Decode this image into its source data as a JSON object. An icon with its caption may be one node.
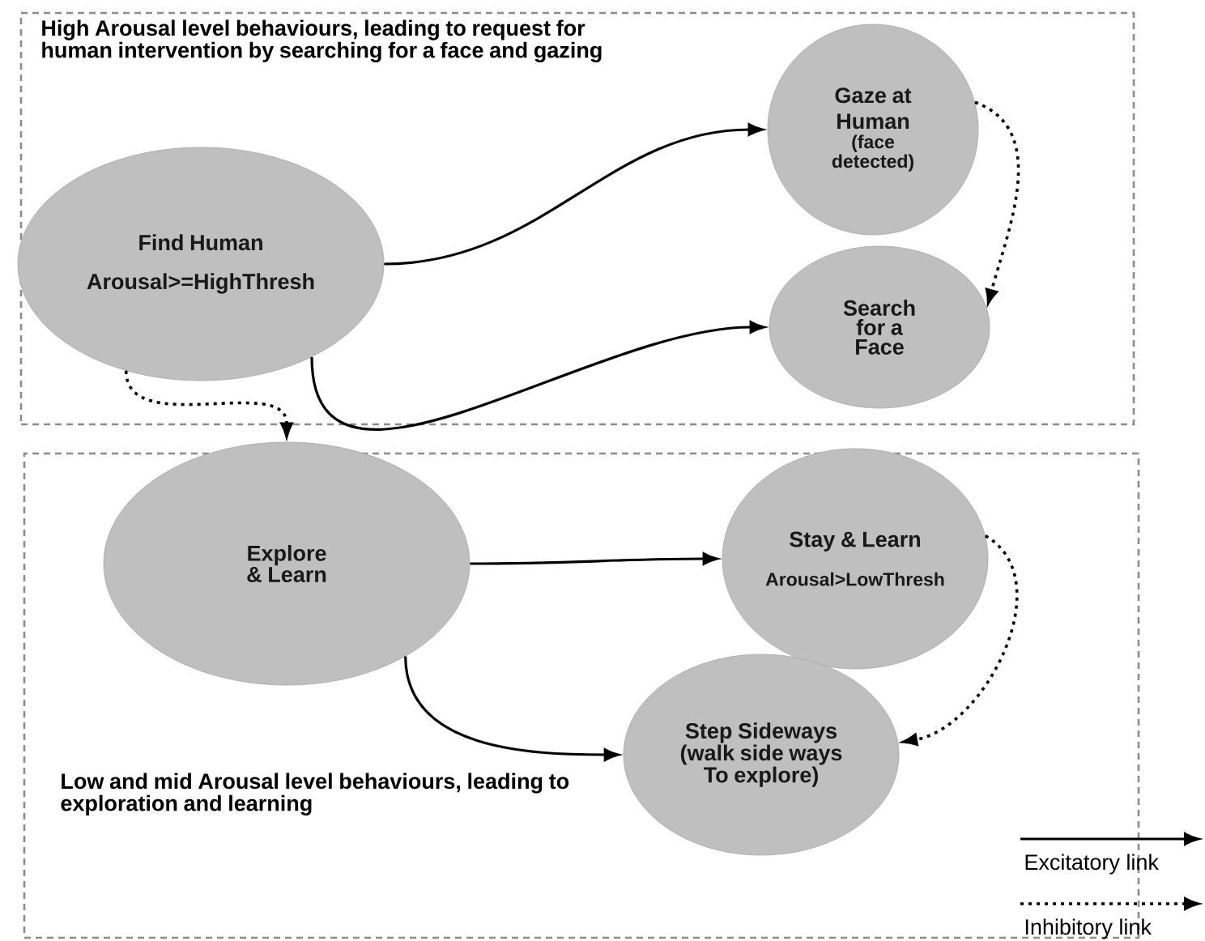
{
  "diagram": {
    "nodes": [
      {
        "text": [
          "High Arousal level behaviours, leading to request for human intervention by searching for a face and gazing"
        ]
      },
      {
        "text": [
          "Find Human",
          "Arousal>=HighThresh"
        ],
        "in": 0
      },
      {
        "text": [
          "Gaze at Human",
          "(face detected)"
        ],
        "in": 0
      },
      {
        "text": [
          "Search for a Face"
        ],
        "in": 0
      },
      {
        "text": [
          "Low and mid Arousal level behaviours, leading to exploration and learning"
        ]
      },
      {
        "text": [
          "Explore & Learn"
        ],
        "in": 4
      },
      {
        "text": [
          "Stay & Learn",
          "Arousal>LowThresh"
        ],
        "in": 4
      },
      {
        "text": [
          "Step Sideways",
          "(walk side ways To explore)"
        ],
        "in": 4
      }
    ],
    "edges": [
      {
        "from": 1,
        "to": 2,
        "arrow": "to"
      },
      {
        "from": 1,
        "to": 3,
        "arrow": "to"
      },
      {
        "from": 2,
        "to": 3,
        "arrow": "to",
        "style": "dashed"
      },
      {
        "from": 1,
        "to": 5,
        "arrow": "to",
        "style": "dashed"
      },
      {
        "from": 5,
        "to": 6,
        "arrow": "to"
      },
      {
        "from": 5,
        "to": 7,
        "arrow": "to"
      },
      {
        "from": 6,
        "to": 7,
        "arrow": "to",
        "style": "dashed"
      }
    ],
    "legend": [
      {
        "text": "Excitatory link"
      },
      {
        "text": "Inhibitory link"
      }
    ]
  }
}
